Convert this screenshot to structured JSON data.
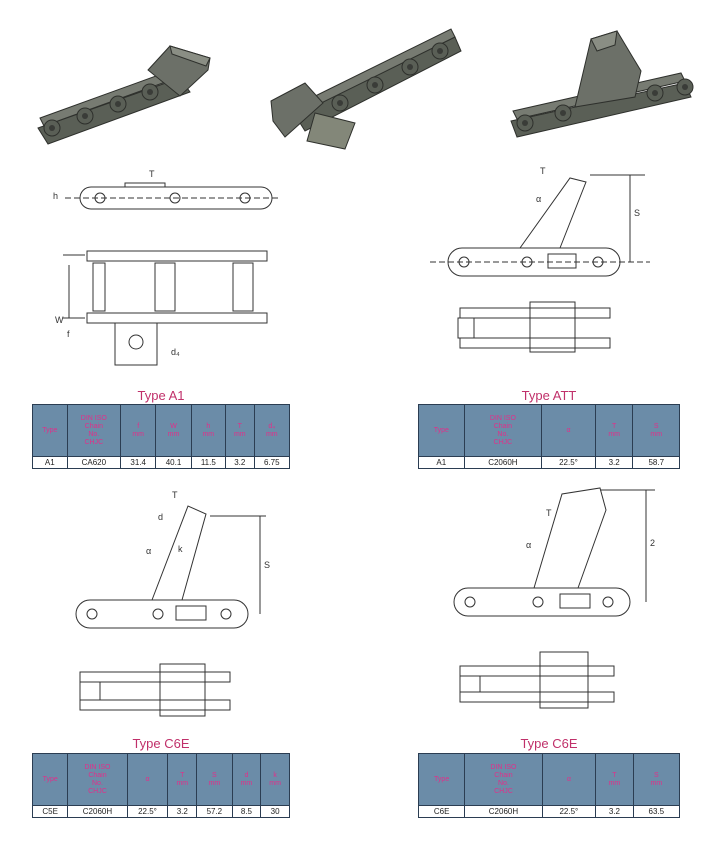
{
  "sections": [
    {
      "title": "Type A1",
      "headers": [
        "Type",
        "DIN ISO\nChain\nNo.\nCHJC",
        "f\nmm",
        "W\nmm",
        "h\nmm",
        "T\nmm",
        "d₄\nmm"
      ],
      "row": [
        "A1",
        "CA620",
        "31.4",
        "40.1",
        "11.5",
        "3.2",
        "6.75"
      ]
    },
    {
      "title": "Type ATT",
      "headers": [
        "Type",
        "DIN ISO\nChain\nNo.\nCHJC",
        "α",
        "T\nmm",
        "S\nmm"
      ],
      "row": [
        "A1",
        "C2060H",
        "22.5°",
        "3.2",
        "58.7"
      ]
    },
    {
      "title": "Type C6E",
      "headers": [
        "Type",
        "DIN ISO\nChain\nNo.\nCHJC",
        "α",
        "T\nmm",
        "S\nmm",
        "d\nmm",
        "k\nmm"
      ],
      "row": [
        "C5E",
        "C2060H",
        "22.5°",
        "3.2",
        "57.2",
        "8.5",
        "30"
      ]
    },
    {
      "title": "Type C6E",
      "headers": [
        "Type",
        "DIN ISO\nChain\nNo.\nCHJC",
        "α",
        "T\nmm",
        "S\nmm"
      ],
      "row": [
        "C6E",
        "C2060H",
        "22.5°",
        "3.2",
        "63.5"
      ]
    }
  ],
  "drawing_labels": {
    "h": "h",
    "T": "T",
    "W": "W",
    "f": "f",
    "d4": "d₄",
    "S": "S",
    "alpha": "α",
    "d": "d",
    "k": "k",
    "two": "2"
  },
  "colors": {
    "title": "#c0306a",
    "header_bg": "#6b8ca8",
    "header_text": "#e0308a",
    "border": "#2b3d52"
  }
}
